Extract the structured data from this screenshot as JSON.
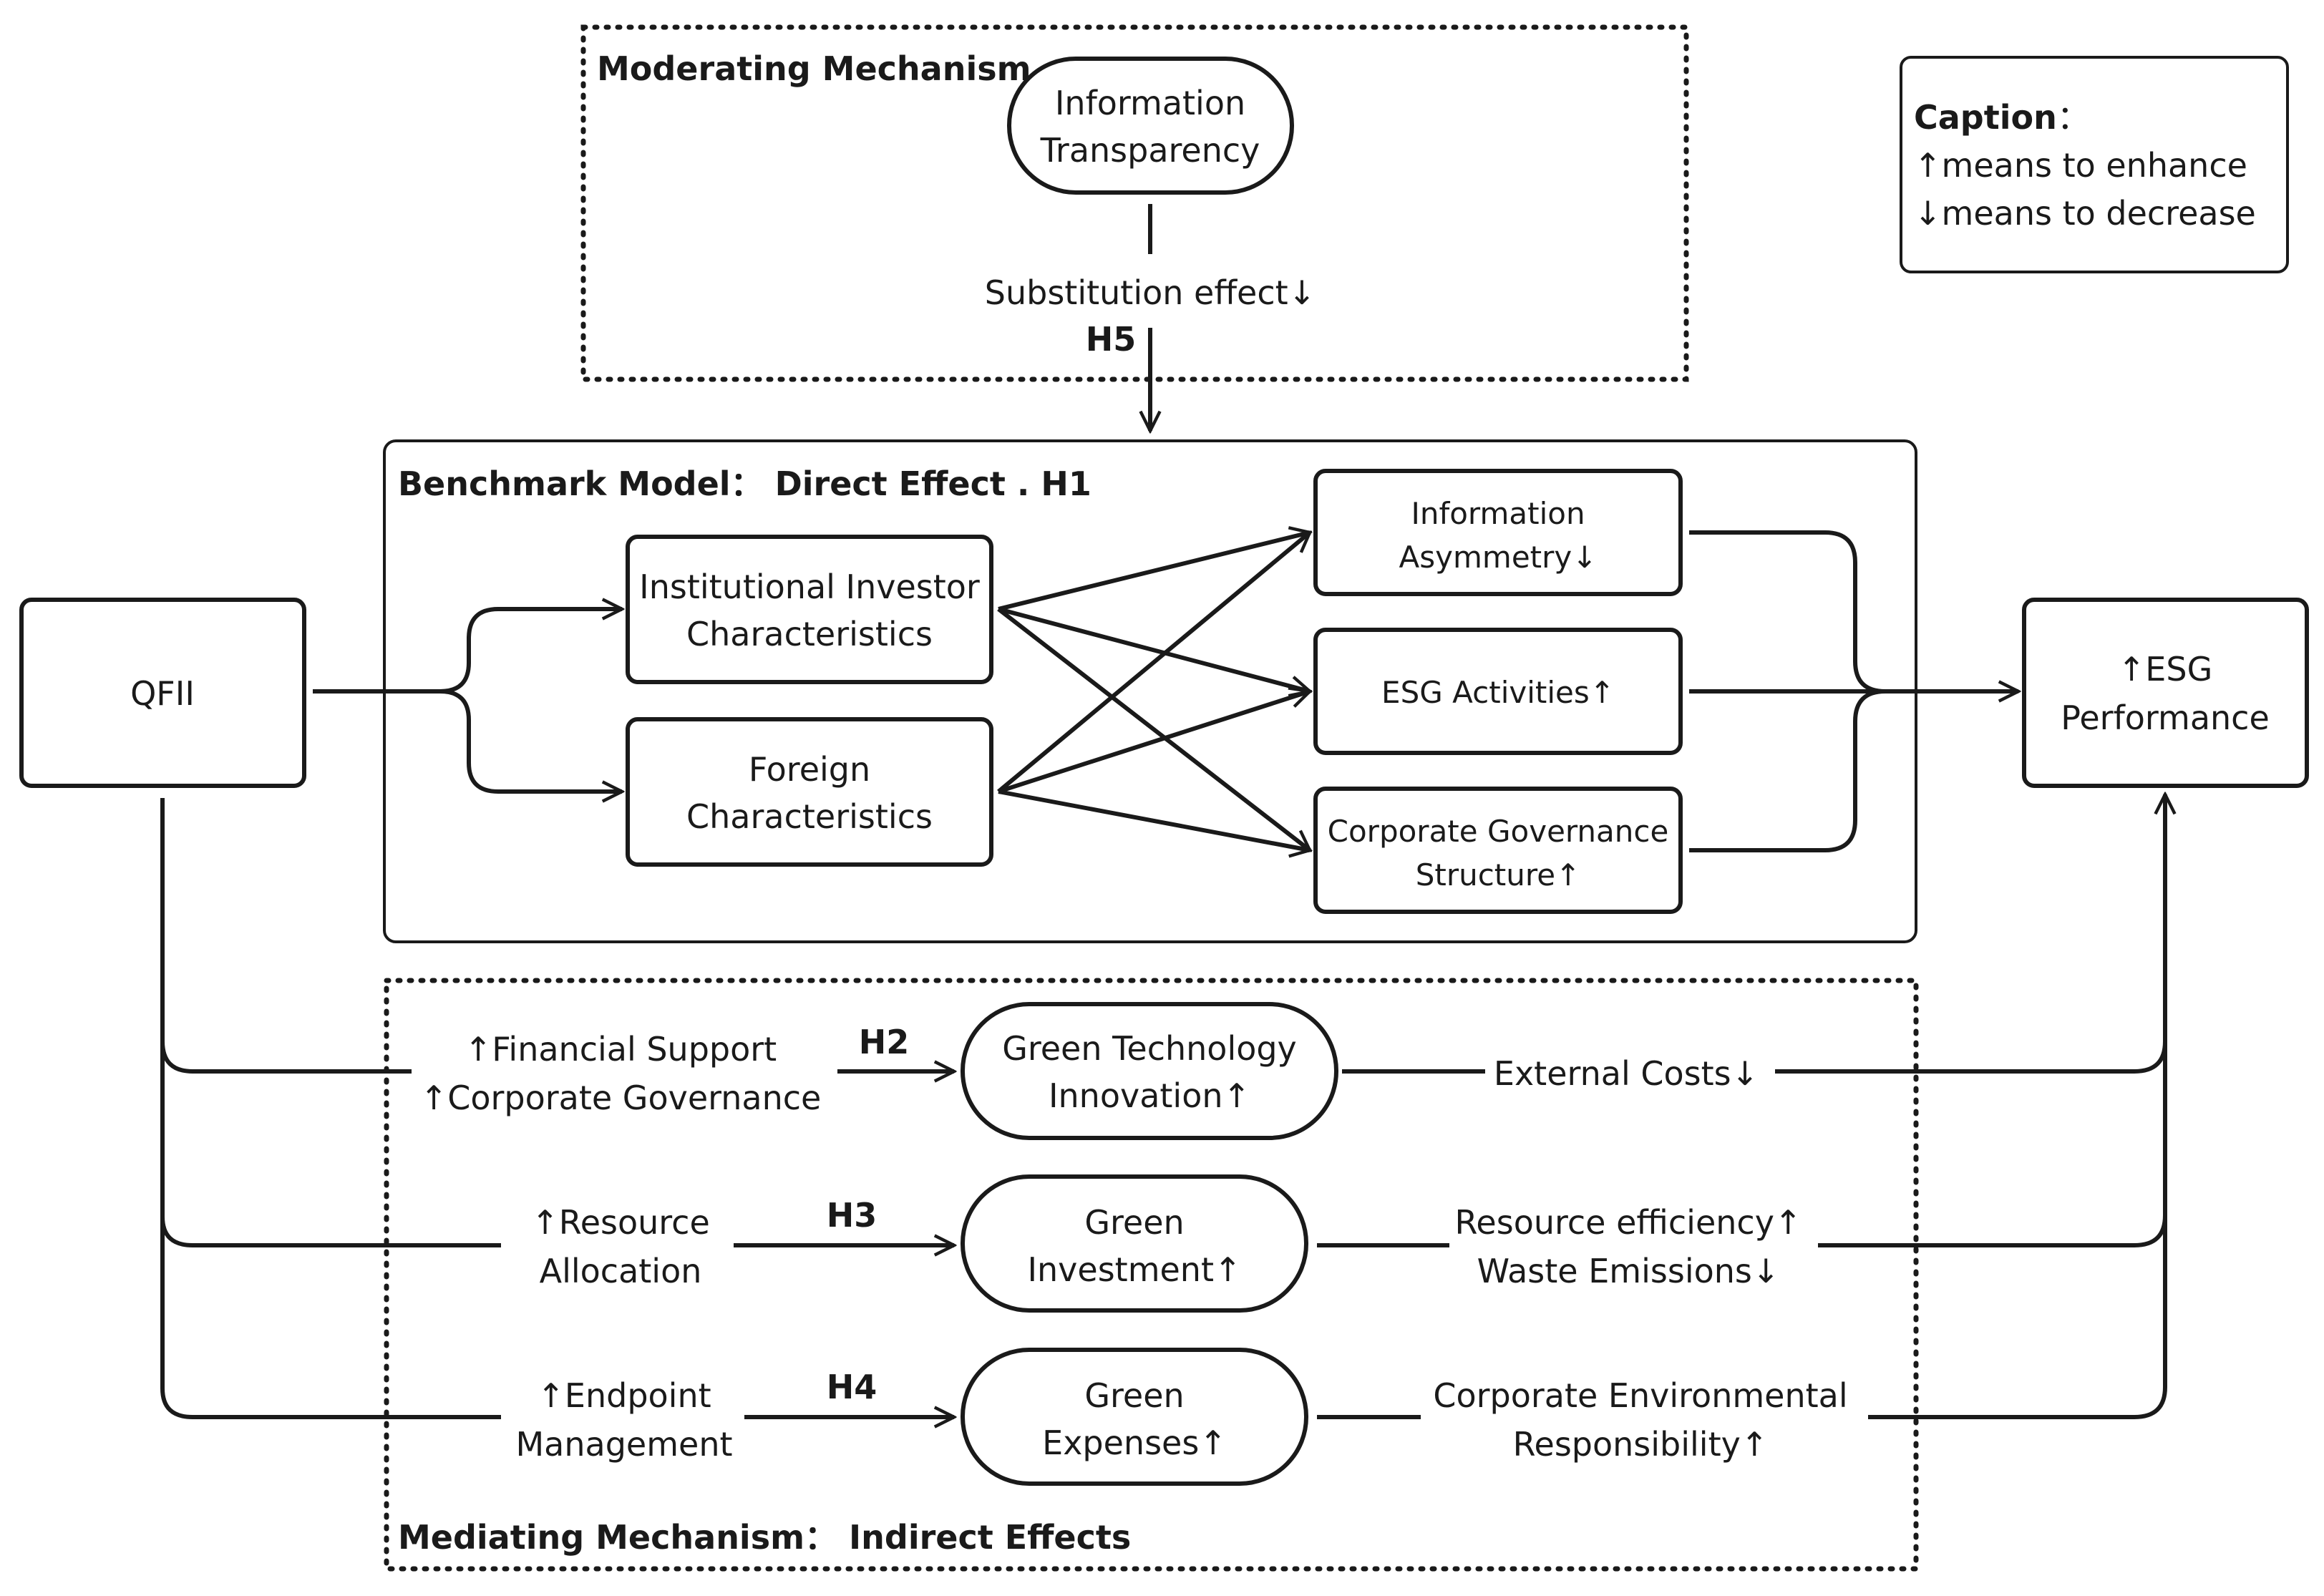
{
  "moderating": {
    "title": "Moderating Mechanism",
    "node": [
      "Information",
      "Transparency"
    ],
    "effect": "Substitution effect↓",
    "hypothesis": "H5"
  },
  "caption": {
    "title": "Caption",
    "colon": "：",
    "line1": "↑means to enhance",
    "line2": "↓means to decrease"
  },
  "benchmark": {
    "title": "Benchmark Model： Direct Effect . H1",
    "institutional": [
      "Institutional Investor",
      "Characteristics"
    ],
    "foreign": [
      "Foreign",
      "Characteristics"
    ],
    "info_asym": [
      "Information",
      "Asymmetry↓"
    ],
    "esg_activities": "ESG Activities↑",
    "governance": [
      "Corporate Governance",
      "Structure↑"
    ]
  },
  "qfii": "QFII",
  "esg_performance": [
    "↑ESG",
    "Performance"
  ],
  "mediating": {
    "title": "Mediating Mechanism： Indirect Effects",
    "paths": [
      {
        "hyp": "H2",
        "cause": [
          "↑Financial Support",
          "↑Corporate Governance"
        ],
        "node": [
          "Green Technology",
          "Innovation↑"
        ],
        "outcome": [
          "External Costs↓"
        ]
      },
      {
        "hyp": "H3",
        "cause": [
          "↑Resource",
          "Allocation"
        ],
        "node": [
          "Green",
          "Investment↑"
        ],
        "outcome": [
          "Resource efficiency↑",
          "Waste Emissions↓"
        ]
      },
      {
        "hyp": "H4",
        "cause": [
          "↑Endpoint",
          "Management"
        ],
        "node": [
          "Green",
          "Expenses↑"
        ],
        "outcome": [
          "Corporate Environmental",
          "Responsibility↑"
        ]
      }
    ]
  }
}
